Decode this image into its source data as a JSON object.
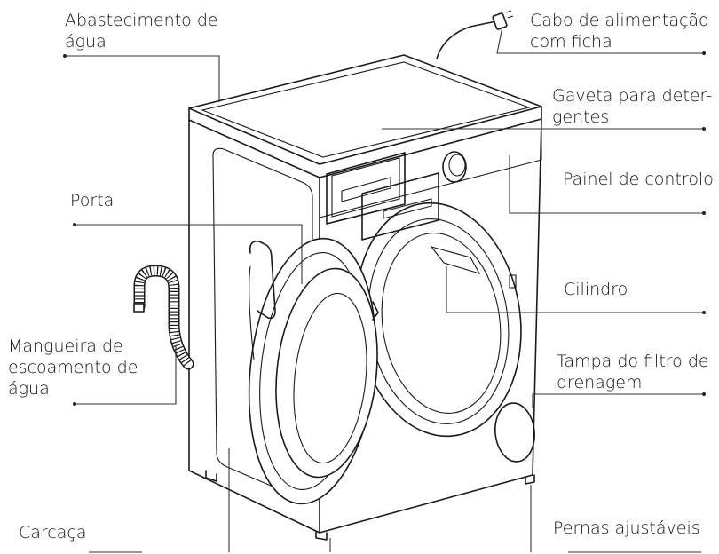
{
  "labels": {
    "water_supply": [
      "Abastecimento de",
      "água"
    ],
    "power_cable": [
      "Cabo de alimentação",
      "com ficha"
    ],
    "detergent_drawer": [
      "Gaveta para deter-",
      "gentes"
    ],
    "control_panel": [
      "Painel de controlo"
    ],
    "door": [
      "Porta"
    ],
    "drum": [
      "Cilindro"
    ],
    "drain_hose": [
      "Mangueira de",
      "escoamento de",
      "água"
    ],
    "filter_cover": [
      "Tampa do filtro de",
      "drenagem"
    ],
    "housing": [
      "Carcaça"
    ],
    "adjustable_legs": [
      "Pernas ajustáveis"
    ]
  }
}
